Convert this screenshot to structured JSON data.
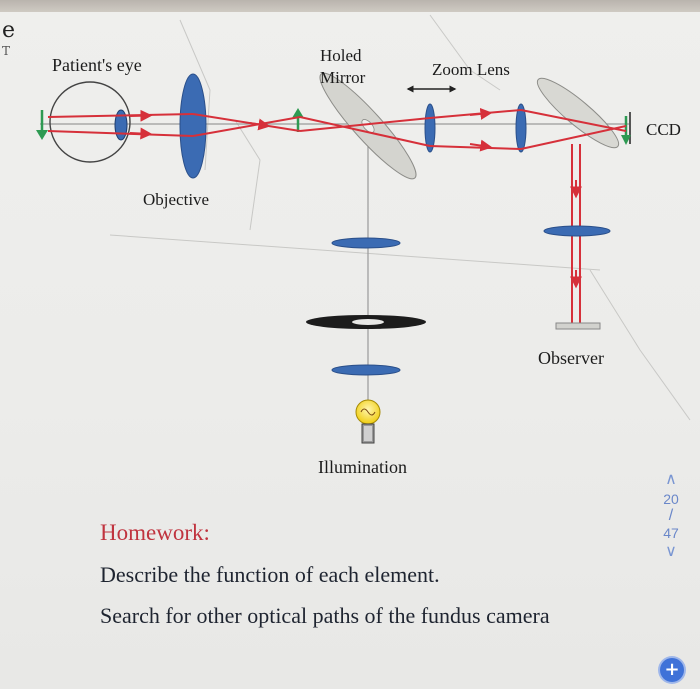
{
  "margin_text": {
    "letter": "e",
    "mark": "T"
  },
  "diagram": {
    "labels": {
      "patients_eye": "Patient's eye",
      "holed_line1": "Holed",
      "holed_line2": "Mirror",
      "zoom_lens": "Zoom Lens",
      "ccd": "CCD",
      "objective": "Objective",
      "observer": "Observer",
      "illumination": "Illumination"
    },
    "colors": {
      "ray_red": "#d6303a",
      "lens_blue": "#3b6bb3",
      "arrow_green": "#2e9a52",
      "mirror_gray": "#c8c8c2",
      "bulb_yellow": "#f2d11e"
    }
  },
  "homework": {
    "heading": "Homework:",
    "line1": "Describe the function of each element.",
    "line2": "Search for other optical paths of the fundus camera"
  },
  "pager": {
    "current": "20",
    "separator": "/",
    "total": "47"
  },
  "fab": {
    "symbol": "+"
  }
}
